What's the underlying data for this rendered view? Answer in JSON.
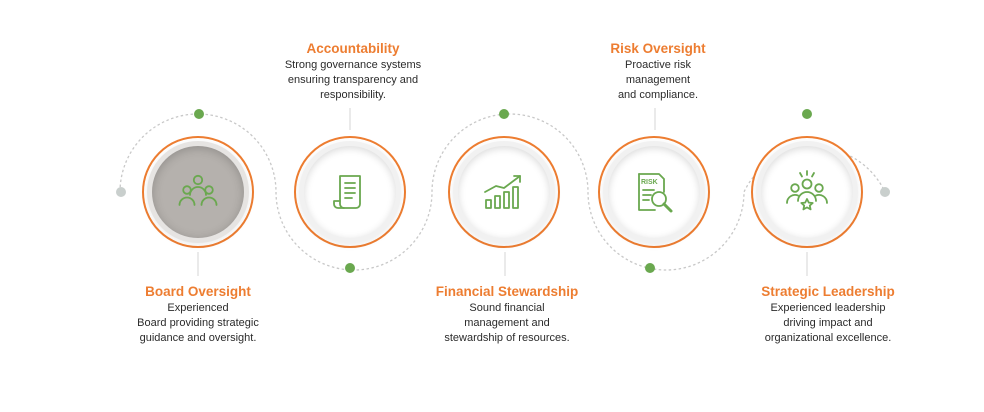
{
  "colors": {
    "accent": "#ed7d31",
    "dot": "#6aa84f",
    "endpoint": "#c9cfcd",
    "icon": "#6aa84f",
    "connector": "#c8c8c8",
    "active_fill": "#b5b1ad"
  },
  "steps": [
    {
      "title": "Board Oversight",
      "description": [
        "Experienced",
        "Board providing strategic",
        "guidance and oversight."
      ],
      "icon": "group-people-icon",
      "active": true
    },
    {
      "title": "Accountability",
      "description": [
        "Strong governance systems",
        "ensuring transparency and",
        "responsibility."
      ],
      "icon": "document-scroll-icon",
      "active": false
    },
    {
      "title": "Financial Stewardship",
      "description": [
        "Sound financial",
        "management and",
        "stewardship of resources."
      ],
      "icon": "growth-chart-icon",
      "active": false
    },
    {
      "title": "Risk Oversight",
      "description": [
        "Proactive risk",
        "management",
        "and compliance."
      ],
      "icon": "risk-report-magnifier-icon",
      "icon_text": "RISK",
      "active": false
    },
    {
      "title": "Strategic Leadership",
      "description": [
        "Experienced leadership",
        "driving impact and",
        "organizational excellence."
      ],
      "icon": "leadership-team-star-icon",
      "active": false
    }
  ]
}
